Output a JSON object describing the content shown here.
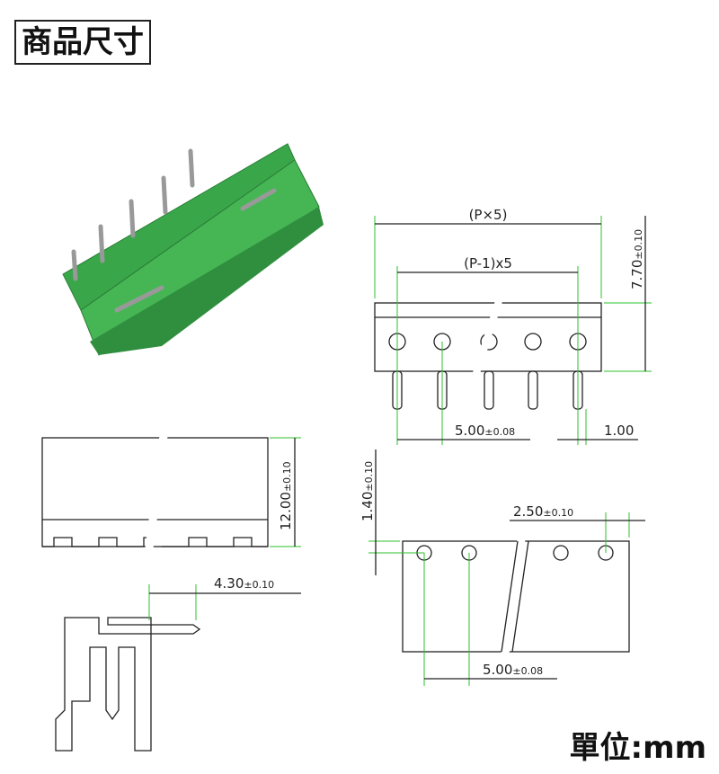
{
  "title": "商品尺寸",
  "unit_label": "單位:mm",
  "colors": {
    "product": "#3aa64a",
    "dim_line": "#2ec22e"
  },
  "front_view": {
    "overall": "(P×5)",
    "pitch_span": "(P-1)x5",
    "height": "7.70",
    "height_tol": "±0.10",
    "pitch": "5.00",
    "pitch_tol": "±0.08",
    "pin_width": "1.00"
  },
  "top_view": {
    "height": "12.00",
    "height_tol": "±0.10"
  },
  "side_view": {
    "pin_length": "4.30",
    "pin_length_tol": "±0.10"
  },
  "pcb_view": {
    "edge_offset": "1.40",
    "edge_offset_tol": "±0.10",
    "end_offset": "2.50",
    "end_offset_tol": "±0.10",
    "pitch": "5.00",
    "pitch_tol": "±0.08"
  }
}
